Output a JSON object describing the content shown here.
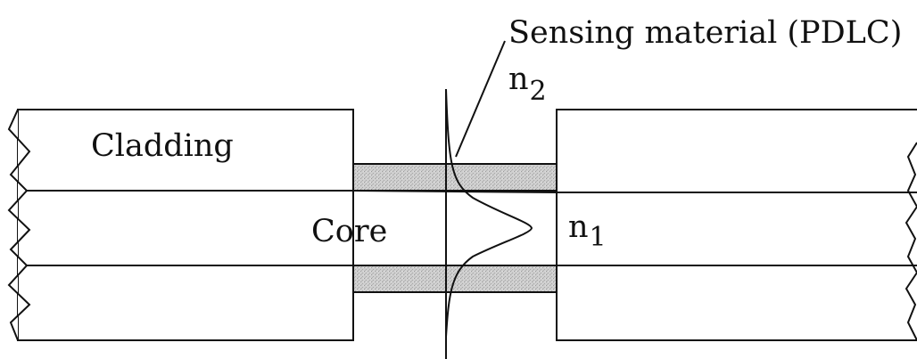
{
  "labels": {
    "sensing_material": "Sensing material (PDLC)",
    "n2_base": "n",
    "n2_sub": "2",
    "cladding": "Cladding",
    "core": "Core",
    "n1_base": "n",
    "n1_sub": "1"
  },
  "colors": {
    "line": "#111111",
    "sensing_fill": "#c8c8c8",
    "background": "#ffffff"
  }
}
